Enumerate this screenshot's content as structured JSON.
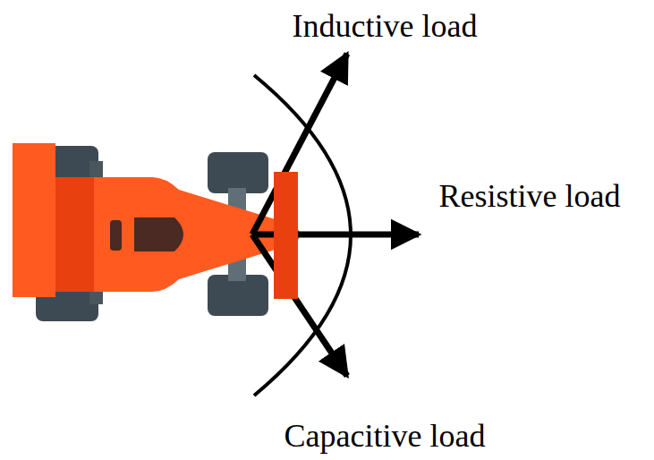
{
  "diagram": {
    "labels": [
      "Inductive load",
      "Resistive load",
      "Capacitive load"
    ]
  }
}
